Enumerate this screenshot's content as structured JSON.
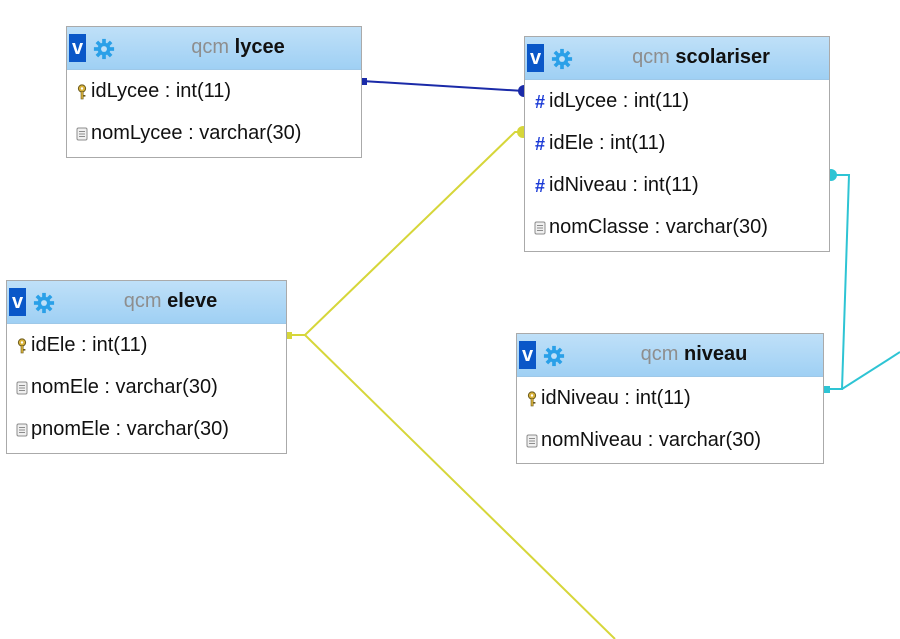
{
  "icons": {
    "collapse_toggle": "v-toggle-icon",
    "options": "gear-icon",
    "primary_key": "key-icon",
    "foreign_key": "hash-icon",
    "field": "field-icon"
  },
  "colors": {
    "header_gradient_top": "#bfe0f8",
    "header_gradient_bottom": "#9fd0f4",
    "toggle_button": "#0a57c8",
    "gear": "#2aa0e8",
    "link_lycee": "#1a2aa8",
    "link_eleve": "#d6d63a",
    "link_niveau": "#2ec4d4"
  },
  "tables": {
    "lycee": {
      "db": "qcm",
      "name": "lycee",
      "toggle": "v",
      "fields": [
        {
          "kind": "primary_key",
          "label": "idLycee : int(11)"
        },
        {
          "kind": "field",
          "label": "nomLycee : varchar(30)"
        }
      ]
    },
    "scolariser": {
      "db": "qcm",
      "name": "scolariser",
      "toggle": "v",
      "fields": [
        {
          "kind": "foreign_key",
          "label": "idLycee : int(11)"
        },
        {
          "kind": "foreign_key",
          "label": "idEle : int(11)"
        },
        {
          "kind": "foreign_key",
          "label": "idNiveau : int(11)"
        },
        {
          "kind": "field",
          "label": "nomClasse : varchar(30)"
        }
      ]
    },
    "eleve": {
      "db": "qcm",
      "name": "eleve",
      "toggle": "v",
      "fields": [
        {
          "kind": "primary_key",
          "label": "idEle : int(11)"
        },
        {
          "kind": "field",
          "label": "nomEle : varchar(30)"
        },
        {
          "kind": "field",
          "label": "pnomEle : varchar(30)"
        }
      ]
    },
    "niveau": {
      "db": "qcm",
      "name": "niveau",
      "toggle": "v",
      "fields": [
        {
          "kind": "primary_key",
          "label": "idNiveau : int(11)"
        },
        {
          "kind": "field",
          "label": "nomNiveau : varchar(30)"
        }
      ]
    }
  },
  "relations": [
    {
      "from": "scolariser.idLycee",
      "to": "lycee.idLycee"
    },
    {
      "from": "scolariser.idEle",
      "to": "eleve.idEle"
    },
    {
      "from": "scolariser.idNiveau",
      "to": "niveau.idNiveau"
    }
  ]
}
